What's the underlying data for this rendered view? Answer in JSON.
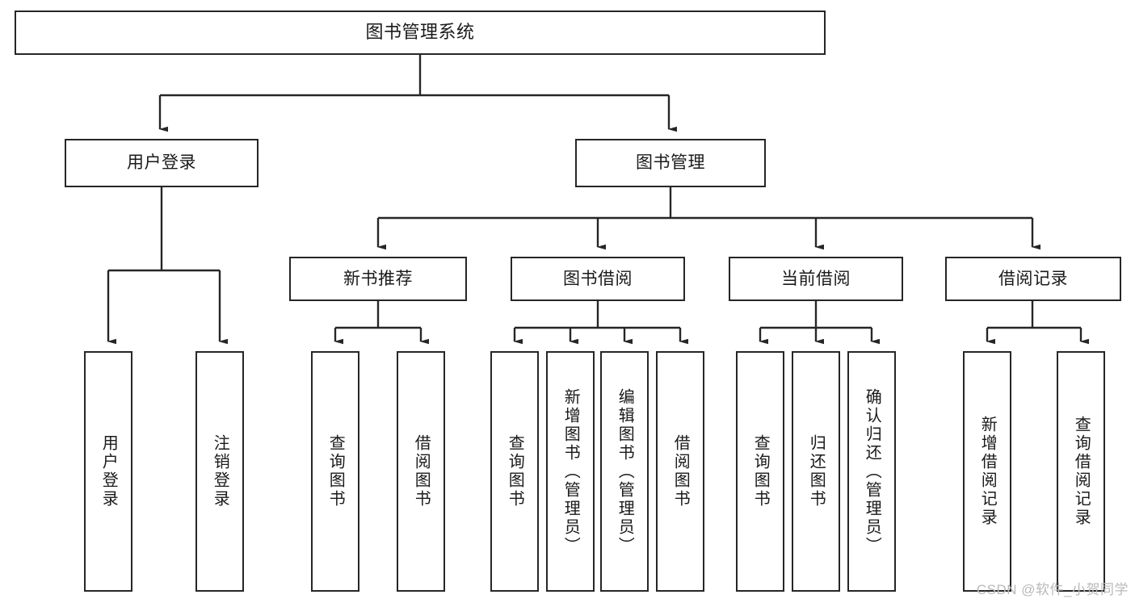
{
  "diagram": {
    "title": "图书管理系统",
    "type": "tree-hierarchy-chart",
    "stroke_color": "#262626",
    "fill_color": "#ffffff",
    "text_color": "#1a1a1a",
    "root": {
      "label": "图书管理系统"
    },
    "level2": [
      {
        "label": "用户登录"
      },
      {
        "label": "图书管理"
      }
    ],
    "level3": [
      {
        "label": "新书推荐"
      },
      {
        "label": "图书借阅"
      },
      {
        "label": "当前借阅"
      },
      {
        "label": "借阅记录"
      }
    ],
    "leaves": {
      "user_login": [
        {
          "label": "用户登录"
        },
        {
          "label": "注销登录"
        }
      ],
      "new_book_recommend": [
        {
          "label": "查询图书"
        },
        {
          "label": "借阅图书"
        }
      ],
      "book_borrow": [
        {
          "label": "查询图书"
        },
        {
          "label": "新增图书（管理员）"
        },
        {
          "label": "编辑图书（管理员）"
        },
        {
          "label": "借阅图书"
        }
      ],
      "current_borrow": [
        {
          "label": "查询图书"
        },
        {
          "label": "归还图书"
        },
        {
          "label": "确认归还（管理员）"
        }
      ],
      "borrow_record": [
        {
          "label": "新增借阅记录"
        },
        {
          "label": "查询借阅记录"
        }
      ]
    }
  },
  "watermark": {
    "text": "CSDN @软件_小贺同学"
  }
}
